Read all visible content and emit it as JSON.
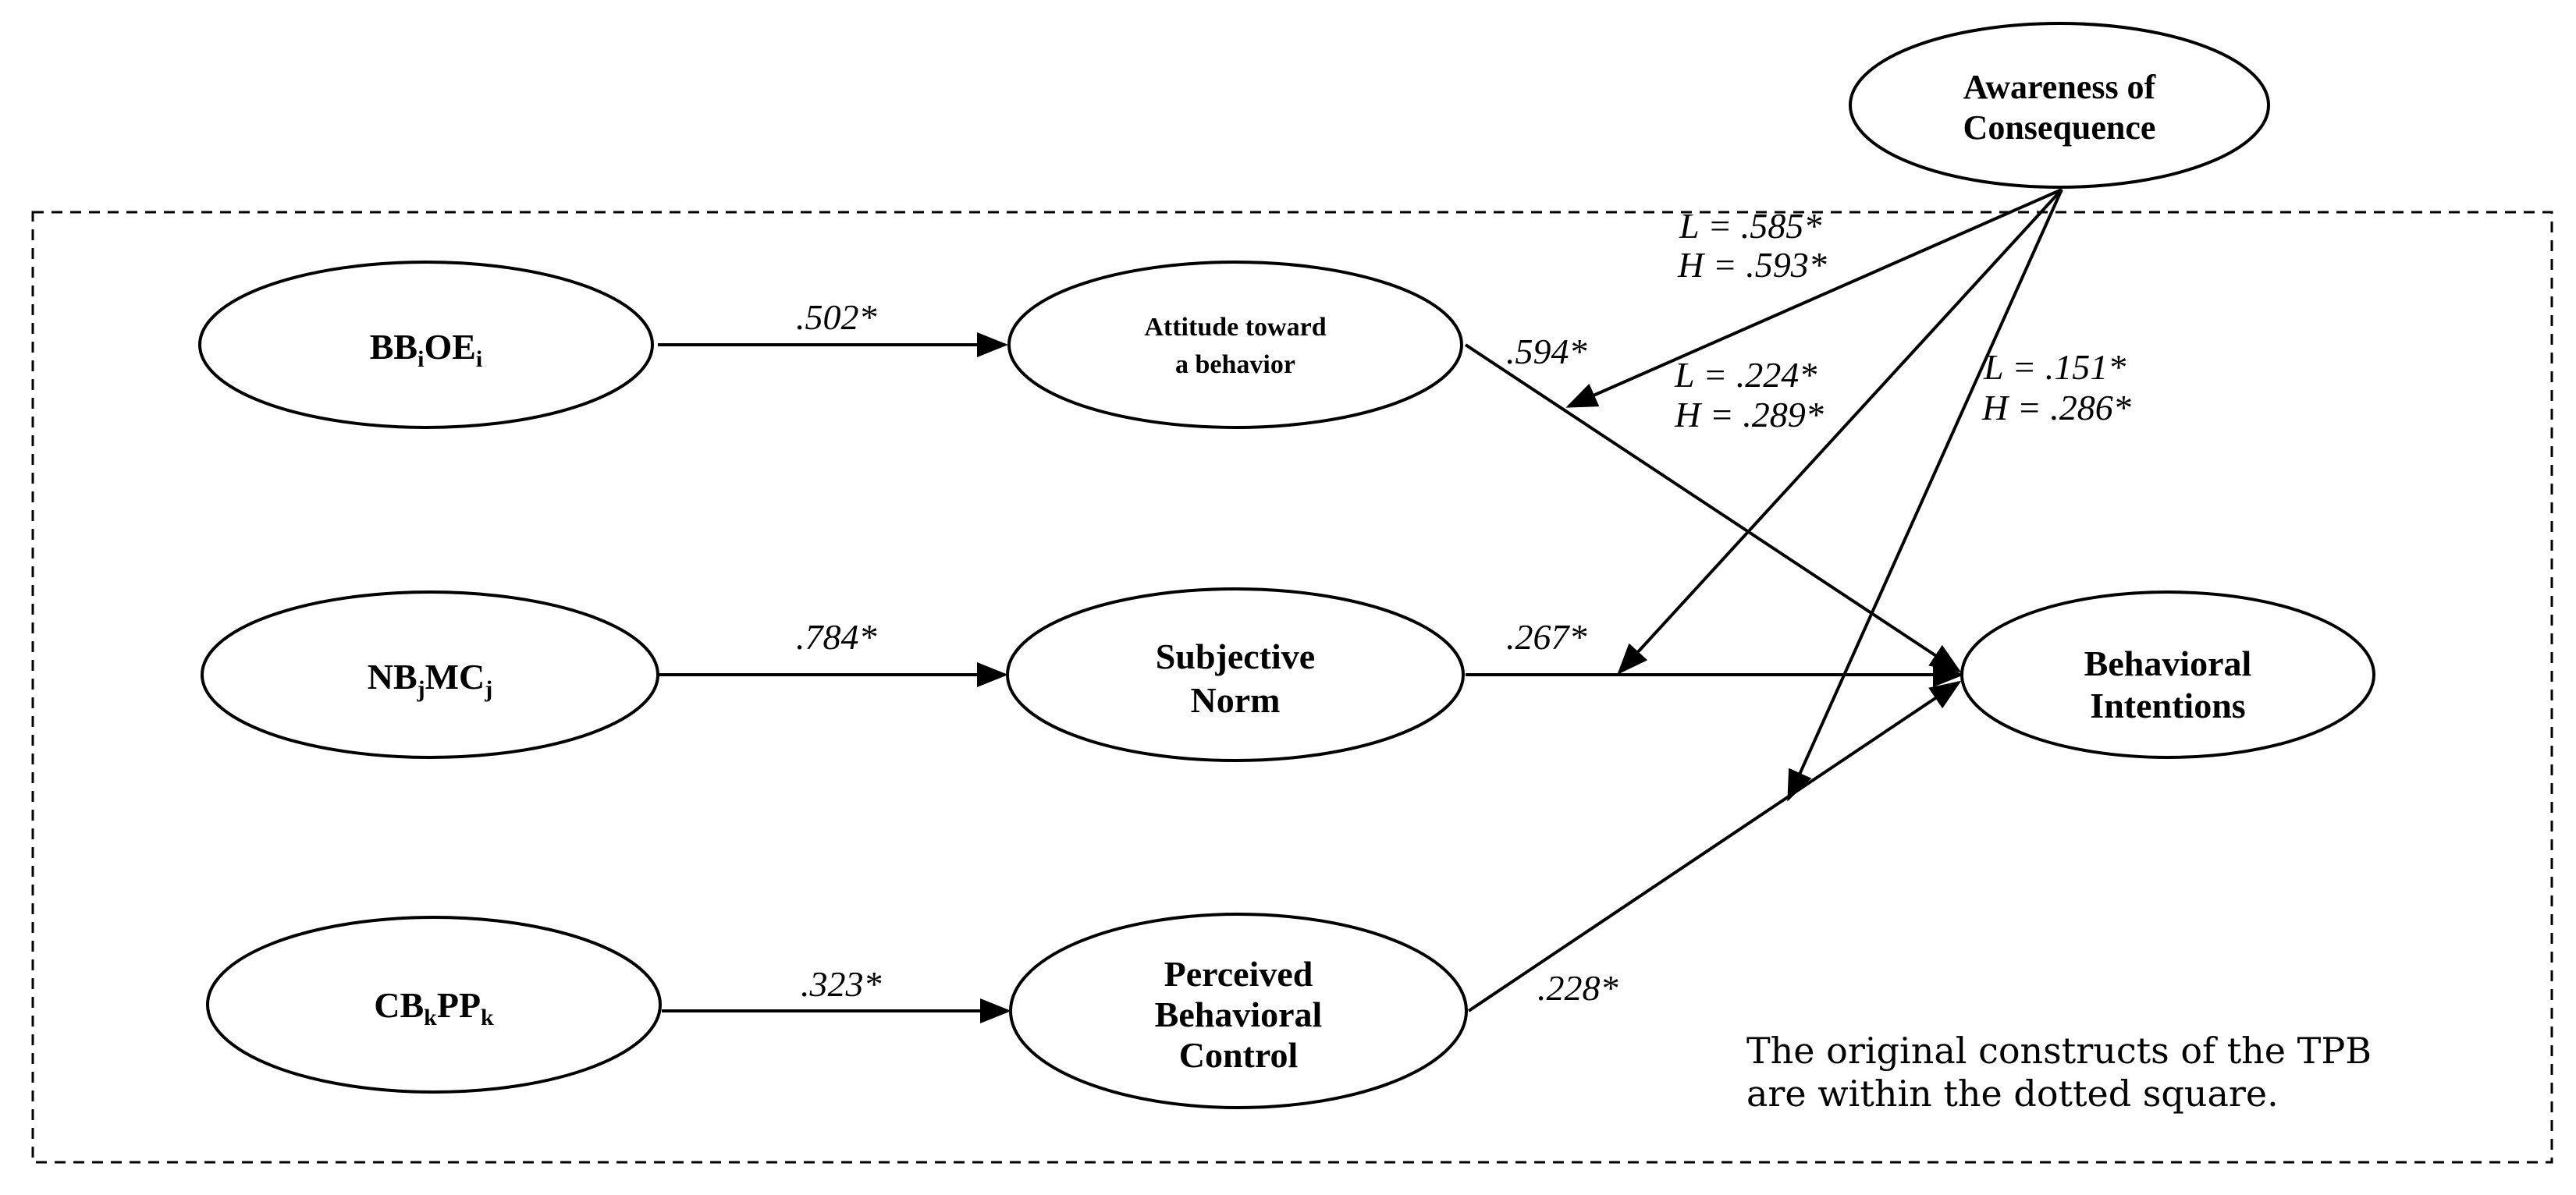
{
  "boundary_note": {
    "line1": "The original constructs of the TPB",
    "line2": "are within the dotted square."
  },
  "nodes": {
    "bb_oe": {
      "p1": "BB",
      "s1": "i",
      "p2": "OE",
      "s2": "i"
    },
    "nb_mc": {
      "p1": "NB",
      "s1": "j",
      "p2": "MC",
      "s2": "j"
    },
    "cb_pp": {
      "p1": "CB",
      "s1": "k",
      "p2": "PP",
      "s2": "k"
    },
    "attitude": {
      "line1": "Attitude toward",
      "line2": "a behavior"
    },
    "subjective_norm": {
      "line1": "Subjective",
      "line2": "Norm"
    },
    "pbc": {
      "line1": "Perceived",
      "line2": "Behavioral",
      "line3": "Control"
    },
    "behavioral_intentions": {
      "line1": "Behavioral",
      "line2": "Intentions"
    },
    "awareness": {
      "line1": "Awareness of",
      "line2": "Consequence"
    }
  },
  "edges": {
    "bboe_to_attitude": ".502*",
    "nbmc_to_sn": ".784*",
    "cbpp_to_pbc": ".323*",
    "attitude_to_bi": ".594*",
    "sn_to_bi": ".267*",
    "pbc_to_bi": ".228*",
    "ac_to_attitude": {
      "L": "L = .585*",
      "H": "H = .593*"
    },
    "ac_to_sn": {
      "L": "L = .224*",
      "H": "H = .289*"
    },
    "ac_to_pbc": {
      "L": "L = .151*",
      "H": "H = .286*"
    }
  }
}
